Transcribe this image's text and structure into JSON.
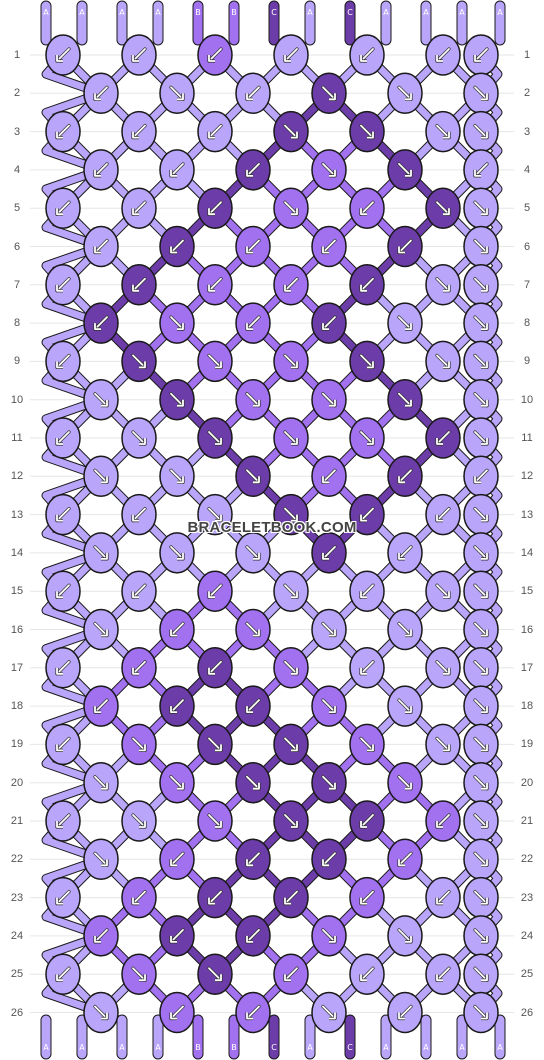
{
  "colors": {
    "A": "#b9a6fa",
    "B": "#a271f0",
    "C": "#6c3ca8",
    "outline": "#1a1a1a",
    "background": "#ffffff",
    "gridline": "#e6e6e6",
    "arrow": "#ffffff"
  },
  "top_labels": [
    "A",
    "A",
    "A",
    "A",
    "B",
    "B",
    "C",
    "A",
    "C",
    "A",
    "A",
    "A",
    "A",
    "A"
  ],
  "bottom_labels": [
    "A",
    "A",
    "A",
    "A",
    "B",
    "B",
    "C",
    "A",
    "C",
    "A",
    "A",
    "A",
    "A",
    "A"
  ],
  "row_labels": [
    "1",
    "2",
    "3",
    "4",
    "5",
    "6",
    "7",
    "8",
    "9",
    "10",
    "11",
    "12",
    "13",
    "14",
    "15",
    "16",
    "17",
    "18",
    "19",
    "20",
    "21",
    "22",
    "23",
    "24",
    "25",
    "26"
  ],
  "watermark": "BRACELETBOOK.COM",
  "knots": [
    [
      "Ab",
      "Ab",
      "Bb",
      "Ab",
      "Ab",
      "Ab",
      "Ab"
    ],
    [
      "Ab",
      "Af",
      "Ab",
      "Cf",
      "Af",
      "Af"
    ],
    [
      "Ab",
      "Ab",
      "Ab",
      "Cf",
      "Cf",
      "Af",
      "Af"
    ],
    [
      "Ab",
      "Ab",
      "Cb",
      "Bf",
      "Cf",
      "Ab"
    ],
    [
      "Ab",
      "Ab",
      "Cb",
      "Bf",
      "Bb",
      "Cf",
      "Af"
    ],
    [
      "Ab",
      "Cb",
      "Bb",
      "Bb",
      "Cb",
      "Af"
    ],
    [
      "Ab",
      "Cb",
      "Bb",
      "Bb",
      "Cb",
      "Af",
      "Af"
    ],
    [
      "Cb",
      "Bf",
      "Bb",
      "Cb",
      "Af",
      "Af"
    ],
    [
      "Ab",
      "Cf",
      "Bf",
      "Bf",
      "Cf",
      "Af",
      "Af"
    ],
    [
      "Af",
      "Cf",
      "Bf",
      "Bf",
      "Cf",
      "Af"
    ],
    [
      "Ab",
      "Af",
      "Cf",
      "Bf",
      "Bf",
      "Cb",
      "Af"
    ],
    [
      "Af",
      "Af",
      "Cf",
      "Bb",
      "Cb",
      "Ab"
    ],
    [
      "Ab",
      "Ab",
      "Af",
      "Cf",
      "Cb",
      "Ab",
      "Af"
    ],
    [
      "Af",
      "Af",
      "Af",
      "Cb",
      "Ab",
      "Af"
    ],
    [
      "Ab",
      "Ab",
      "Bb",
      "Af",
      "Ab",
      "Af",
      "Af"
    ],
    [
      "Af",
      "Bb",
      "Bf",
      "Af",
      "Af",
      "Af"
    ],
    [
      "Ab",
      "Bb",
      "Cb",
      "Bf",
      "Ab",
      "Af",
      "Af"
    ],
    [
      "Bb",
      "Cb",
      "Cb",
      "Bf",
      "Af",
      "Af"
    ],
    [
      "Ab",
      "Bf",
      "Cf",
      "Cf",
      "Bf",
      "Af",
      "Af"
    ],
    [
      "Af",
      "Bf",
      "Cf",
      "Cf",
      "Bf",
      "Af"
    ],
    [
      "Ab",
      "Af",
      "Bf",
      "Cf",
      "Cb",
      "Bb",
      "Af"
    ],
    [
      "Af",
      "Bb",
      "Cb",
      "Cb",
      "Bb",
      "Af"
    ],
    [
      "Ab",
      "Bb",
      "Cb",
      "Cb",
      "Bb",
      "Ab",
      "Af"
    ],
    [
      "Bb",
      "Cb",
      "Cb",
      "Bf",
      "Af",
      "Af"
    ],
    [
      "Ab",
      "Bf",
      "Cf",
      "Bb",
      "Ab",
      "Ab",
      "Af"
    ],
    [
      "Af",
      "Bb",
      "Bb",
      "Af",
      "Ab",
      "Af"
    ]
  ]
}
